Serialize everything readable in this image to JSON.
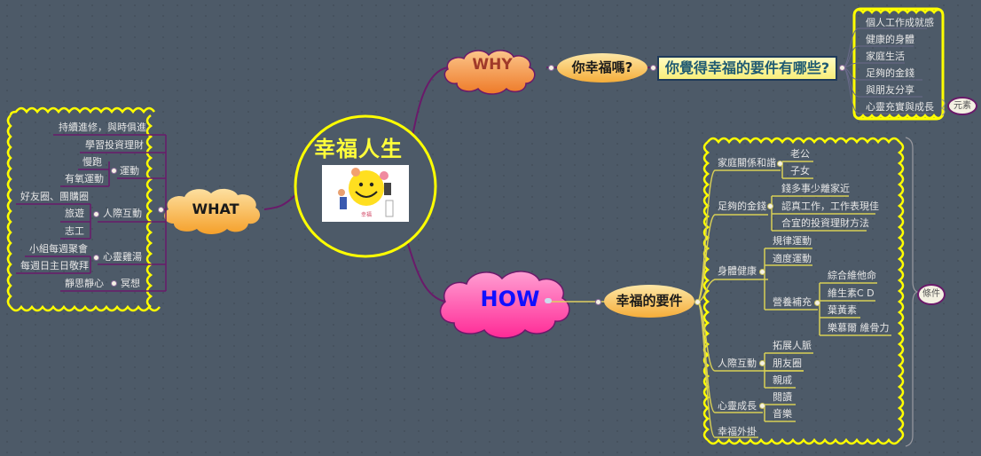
{
  "center": {
    "title": "幸福人生",
    "image_caption": "幸福"
  },
  "branches": {
    "why": {
      "label": "WHY",
      "question": "你幸福嗎?",
      "sub_question": "你覺得幸福的要件有哪些?",
      "items": [
        "個人工作成就感",
        "健康的身體",
        "家庭生活",
        "足夠的金錢",
        "與朋友分享",
        "心靈充實與成長"
      ],
      "summary_tag": "元素"
    },
    "what": {
      "label": "WHAT",
      "items": [
        {
          "label": "持續進修，與時俱進",
          "children": []
        },
        {
          "label": "學習投資理財",
          "children": []
        },
        {
          "label": "運動",
          "children": [
            "慢跑",
            "有氧運動"
          ]
        },
        {
          "label": "人際互動",
          "children": [
            "好友圈、團購圈",
            "旅遊",
            "志工"
          ]
        },
        {
          "label": "心靈雞湯",
          "children": [
            "小組每週聚會",
            "每週日主日敬拜"
          ]
        },
        {
          "label": "冥想",
          "children": [
            "靜思靜心"
          ]
        }
      ]
    },
    "how": {
      "label": "HOW",
      "topic": "幸福的要件",
      "items": [
        {
          "label": "家庭關係和諧",
          "children": [
            "老公",
            "子女"
          ]
        },
        {
          "label": "足夠的金錢",
          "children": [
            "錢多事少離家近",
            "認真工作，工作表現佳",
            "合宜的投資理財方法"
          ]
        },
        {
          "label": "身體健康",
          "children": [
            "規律運動",
            "適度運動",
            "營養補充"
          ]
        },
        {
          "label": "營養補充",
          "children": [
            "綜合維他命",
            "維生素C D",
            "葉黃素",
            "樂慕爾  維骨力"
          ]
        },
        {
          "label": "人際互動",
          "children": [
            "拓展人脈",
            "朋友圈",
            "親戚"
          ]
        },
        {
          "label": "心靈成長",
          "children": [
            "閱讀",
            "音樂"
          ]
        },
        {
          "label": "幸福外掛",
          "children": []
        }
      ],
      "summary_tag": "條件"
    }
  },
  "colors": {
    "background": "#4d5a68",
    "center_border": "#ffff00",
    "center_title": "#ffff3a",
    "connector": "#6a1a6a",
    "boundary": "#ffff00",
    "how_text": "#1010ff",
    "why_text": "#a03a2a",
    "how_cloud": "#ff3fa0",
    "orange_cloud": "#f7a840"
  }
}
